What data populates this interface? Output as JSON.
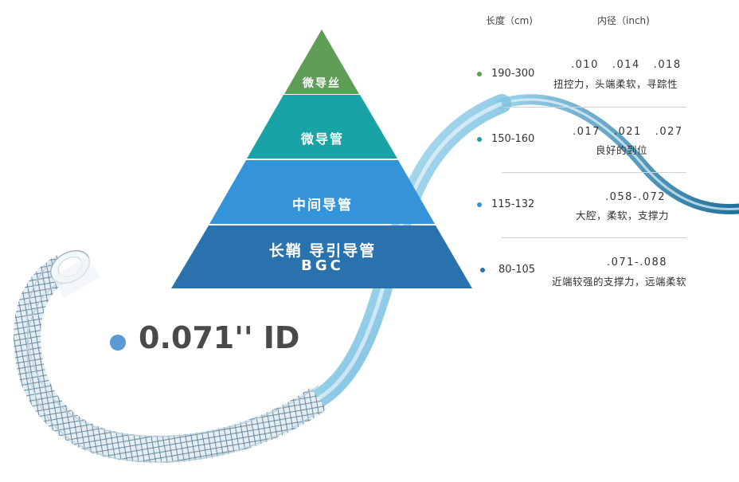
{
  "colors": {
    "tier1": "#5e9e57",
    "tier2": "#1aa3a6",
    "tier3": "#3593d9",
    "tier4": "#2a72ad",
    "badge_dot": "#5b9bd5"
  },
  "pyramid": {
    "tiers": [
      {
        "label": "微导丝"
      },
      {
        "label": "微导管"
      },
      {
        "label": "中间导管"
      },
      {
        "label": "长鞘 导引导管",
        "sublabel": "BGC"
      }
    ]
  },
  "table": {
    "header": {
      "length": "长度（cm)",
      "inner_diameter": "内径（inch)"
    },
    "rows": [
      {
        "length": "190-300",
        "sizes": ".010   .014   .018",
        "desc": "扭控力，头端柔软，寻踪性",
        "dot_color": "#5e9e57"
      },
      {
        "length": "150-160",
        "sizes": ".017   .021   .027",
        "desc": "良好的到位",
        "dot_color": "#1aa3a6"
      },
      {
        "length": "115-132",
        "sizes": ".058-.072",
        "desc": "大腔，柔软，支撑力",
        "dot_color": "#3593d9"
      },
      {
        "length": "80-105",
        "sizes": ".071-.088",
        "desc": "近端较强的支撑力，远端柔软",
        "dot_color": "#2a72ad"
      }
    ]
  },
  "badge": {
    "text": "0.071'' ID"
  }
}
